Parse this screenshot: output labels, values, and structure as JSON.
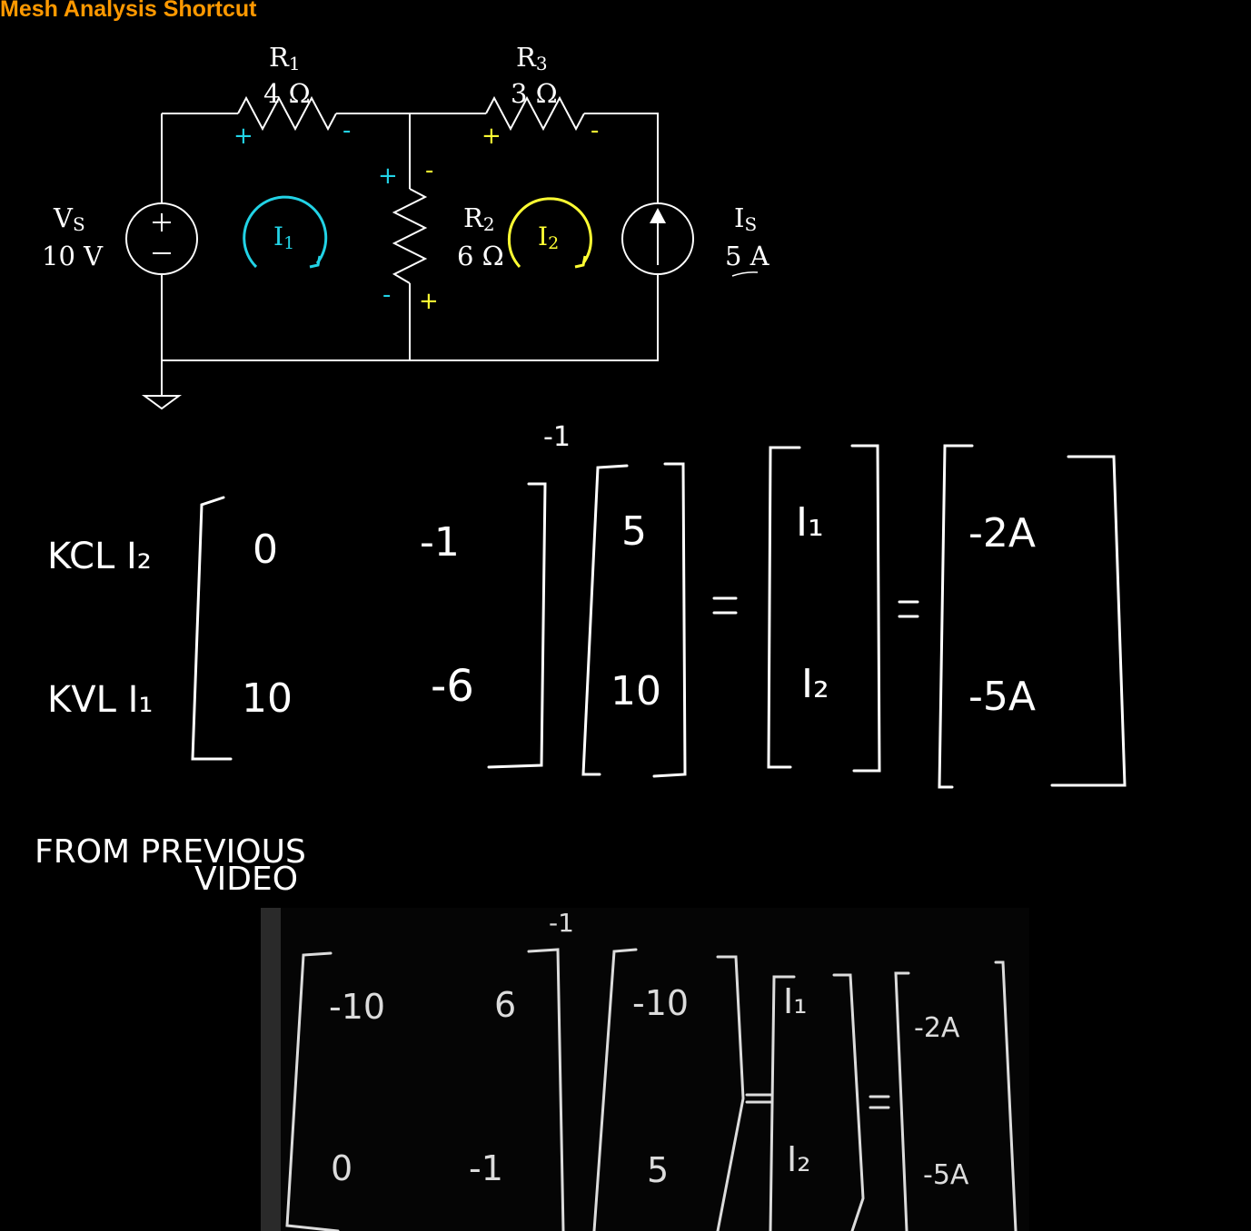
{
  "title": "Mesh Analysis Shortcut",
  "colors": {
    "title": "#ff9900",
    "mesh1": "#22d3e6",
    "mesh2": "#ffff33",
    "wire": "#ffffff",
    "background": "#000000"
  },
  "circuit": {
    "r1": {
      "name": "R",
      "sub": "1",
      "value": "4 Ω"
    },
    "r3": {
      "name": "R",
      "sub": "3",
      "value": "3 Ω"
    },
    "r2": {
      "name": "R",
      "sub": "2",
      "value": "6 Ω"
    },
    "vs": {
      "name": "V",
      "sub": "S",
      "value": "10 V"
    },
    "is": {
      "name": "I",
      "sub": "S",
      "value": "5 A"
    },
    "mesh1": {
      "name": "I",
      "sub": "1"
    },
    "mesh2": {
      "name": "I",
      "sub": "2"
    },
    "plus": "+",
    "minus": "-"
  },
  "equation": {
    "inverse": "-1",
    "row_labels": [
      "KCL I₂",
      "KVL I₁"
    ],
    "matrix": [
      [
        "0",
        "-1"
      ],
      [
        "10",
        "-6"
      ]
    ],
    "vector": [
      "5",
      "10"
    ],
    "equals": "=",
    "unknowns": [
      "I₁",
      "I₂"
    ],
    "result": [
      "-2A",
      "-5A"
    ]
  },
  "note": [
    "FROM PREVIOUS",
    "VIDEO"
  ],
  "previous": {
    "inverse": "-1",
    "matrix": [
      [
        "-10",
        "6"
      ],
      [
        "0",
        "-1"
      ]
    ],
    "vector": [
      "-10",
      "5"
    ],
    "equals": "=",
    "unknowns": [
      "I₁",
      "I₂"
    ],
    "result": [
      "-2A",
      "-5A"
    ]
  }
}
